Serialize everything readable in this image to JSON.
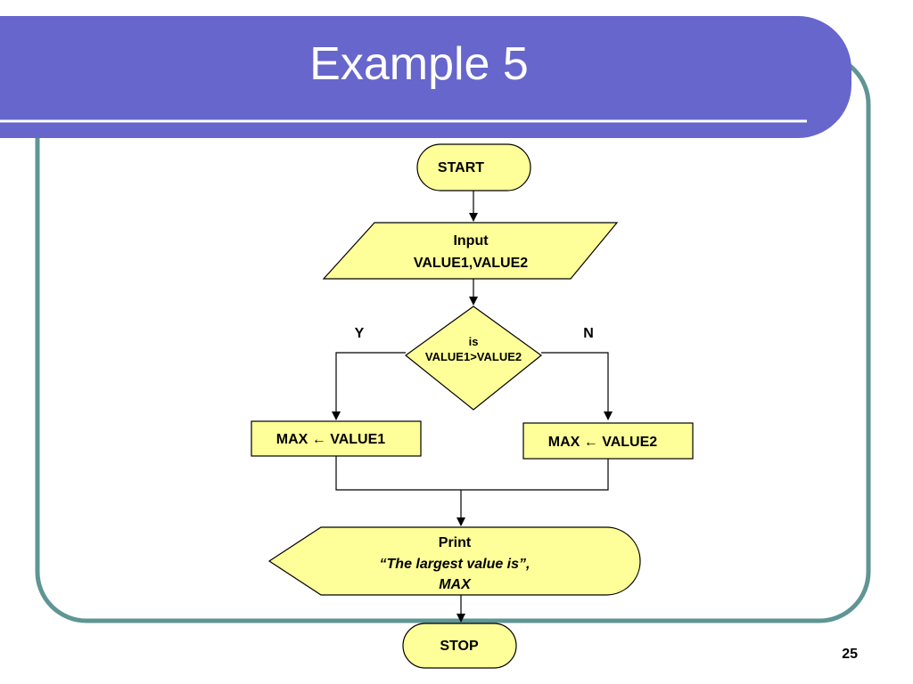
{
  "slide": {
    "title": "Example 5",
    "page_number": "25"
  },
  "colors": {
    "title_band": "#6666cc",
    "frame_border": "#5f9595",
    "node_fill": "#ffff99",
    "node_stroke": "#000000",
    "connector": "#000000"
  },
  "flowchart": {
    "start": "START",
    "input": {
      "line1": "Input",
      "line2": "VALUE1,VALUE2"
    },
    "decision": {
      "line1": "is",
      "line2": "VALUE1>VALUE2"
    },
    "yes_label": "Y",
    "no_label": "N",
    "assign_yes": "MAX ← VALUE1",
    "assign_no": "MAX ← VALUE2",
    "print": {
      "line1": "Print",
      "line2": "“The largest value is”,",
      "line3": "MAX"
    },
    "stop": "STOP"
  }
}
